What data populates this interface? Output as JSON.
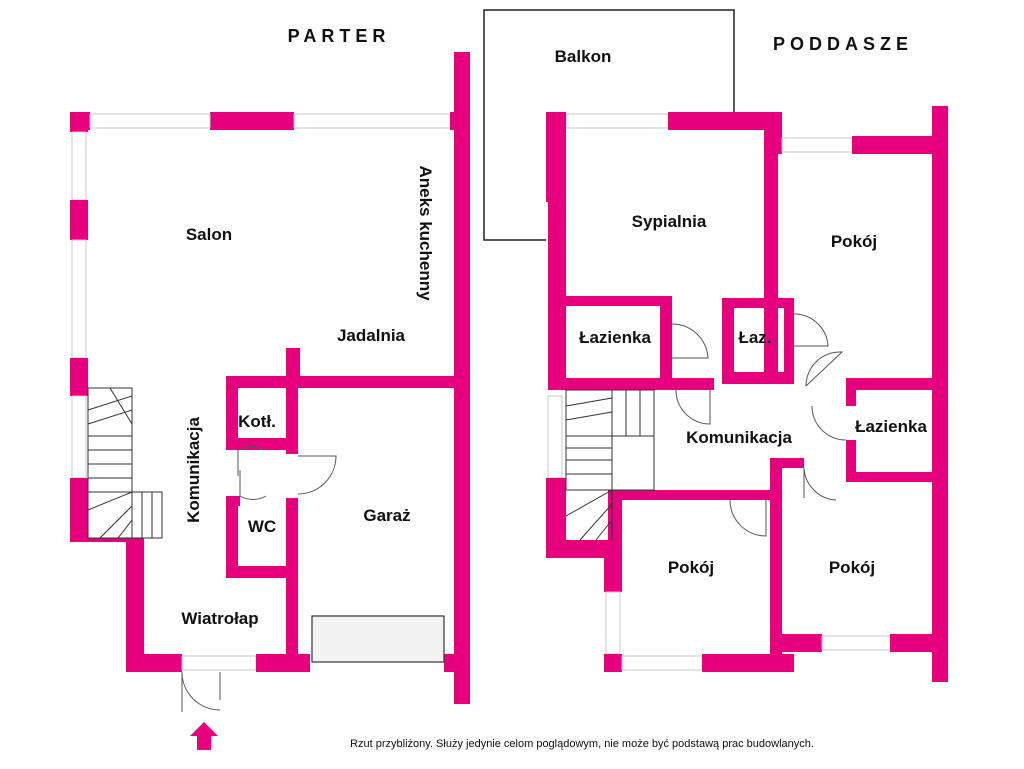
{
  "headers": {
    "ground_floor": "PARTER",
    "attic": "PODDASZE"
  },
  "ground_floor_rooms": {
    "living_room": "Salon",
    "kitchenette": "Aneks kuchenny",
    "dining": "Jadalnia",
    "boiler": "Kotł.",
    "wc": "WC",
    "garage": "Garaż",
    "hallway": "Komunikacja",
    "vestibule": "Wiatrołap"
  },
  "attic_rooms": {
    "balcony": "Balkon",
    "bedroom": "Sypialnia",
    "room_top_right": "Pokój",
    "bathroom_left": "Łazienka",
    "bathroom_small": "Łaz.",
    "bathroom_right": "Łazienka",
    "hallway": "Komunikacja",
    "room_bottom_left": "Pokój",
    "room_bottom_right": "Pokój"
  },
  "footer_note": "Rzut przybliżony. Służy jedynie celom poglądowym, nie może być podstawą prac budowlanych.",
  "colors": {
    "wall": "#e6007e",
    "background": "#ffffff"
  },
  "icons": {
    "entrance": "entrance-arrow-icon"
  }
}
